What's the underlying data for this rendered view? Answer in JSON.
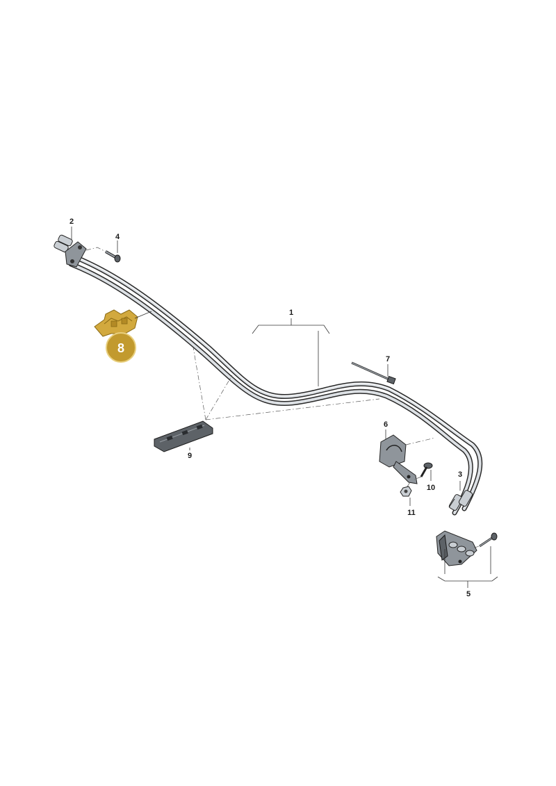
{
  "callouts": {
    "c1": "1",
    "c2": "2",
    "c3": "3",
    "c4": "4",
    "c5": "5",
    "c6": "6",
    "c7": "7",
    "c9": "9",
    "c10": "10",
    "c11": "11"
  },
  "highlight": {
    "label": "8",
    "color": "#c29a2e"
  }
}
